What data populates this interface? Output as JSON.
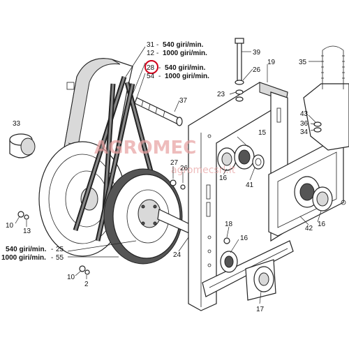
{
  "watermark": {
    "brand": "AGROMEC",
    "url": "agromecsrl.it"
  },
  "legend": {
    "row1": {
      "num": "31",
      "text": "540 giri/min."
    },
    "row2": {
      "num": "12",
      "text": "1000 giri/min."
    },
    "row3": {
      "num": "28",
      "text": "540 giri/min."
    },
    "row4": {
      "num": "54",
      "text": "1000 giri/min."
    },
    "row5": {
      "text": "540 giri/min.",
      "num": "25"
    },
    "row6": {
      "text": "1000 giri/min.",
      "num": "55"
    }
  },
  "callouts": {
    "c39": "39",
    "c26a": "26",
    "c19": "19",
    "c35": "35",
    "c37": "37",
    "c23": "23",
    "c33": "33",
    "c15": "15",
    "c43": "43",
    "c36": "36",
    "c34": "34",
    "c27": "27",
    "c26b": "26",
    "c16a": "16",
    "c41": "41",
    "c10a": "10",
    "c13": "13",
    "c18": "18",
    "c16b": "16",
    "c42": "42",
    "c16c": "16",
    "c24": "24",
    "c10b": "10",
    "c2": "2",
    "c17": "17"
  },
  "highlight_color": "#d0021b",
  "watermark_color": "#e8a0a0"
}
